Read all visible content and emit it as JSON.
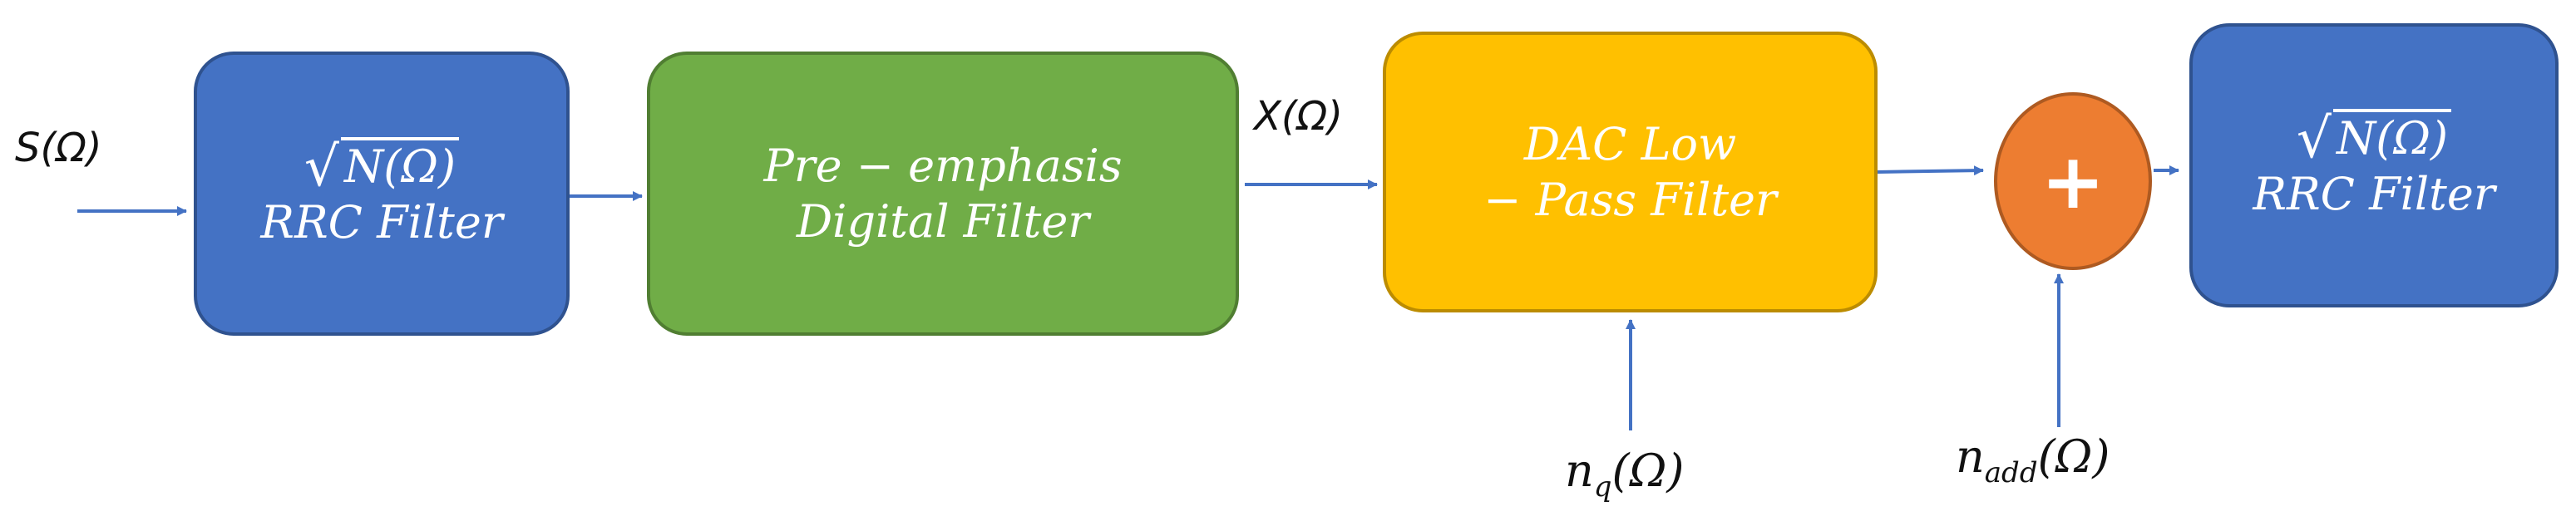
{
  "diagram": {
    "input_label": "S(Ω)",
    "blocks": {
      "rrc_in": {
        "sqrt_radicand": "N(Ω)",
        "label": "RRC Filter"
      },
      "pre_emphasis": {
        "line1": "Pre − emphasis",
        "line2": "Digital Filter"
      },
      "x_label": "X(Ω)",
      "dac": {
        "line1": "DAC Low",
        "line2": "− Pass Filter"
      },
      "summer_symbol": "+",
      "rrc_out": {
        "sqrt_radicand": "N(Ω)",
        "label": "RRC Filter"
      }
    },
    "noise_q": {
      "base": "n",
      "sub": "q",
      "arg": "(Ω)"
    },
    "noise_add": {
      "base": "n",
      "sub": "add",
      "arg": "(Ω)"
    }
  },
  "colors": {
    "blue_block": "#4472c4",
    "green_block": "#70ad47",
    "gold_block": "#ffc000",
    "summer": "#ed7d31",
    "arrow": "#4472c4"
  }
}
